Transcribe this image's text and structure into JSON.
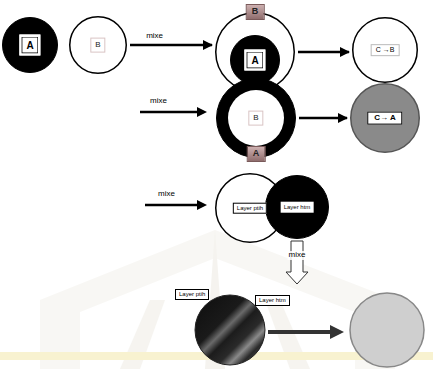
{
  "diagram": {
    "nodes": [
      {
        "text": [
          "A"
        ]
      },
      {
        "text": [
          "B"
        ]
      },
      {
        "text": [
          "B"
        ]
      },
      {
        "text": [
          "A"
        ],
        "in": 2
      },
      {
        "text": [
          "C →B"
        ]
      },
      {
        "text": [
          "A"
        ]
      },
      {
        "text": [
          "B"
        ],
        "in": 5
      },
      {
        "text": [
          "C→ A"
        ]
      },
      {
        "text": [
          "Layer ptih"
        ]
      },
      {
        "text": [
          "Layer htm"
        ]
      },
      {
        "text": [
          "Layer ptih",
          "Layer htm"
        ]
      }
    ],
    "edges": [
      {
        "from": 1,
        "to": 2,
        "arrow": "to",
        "label": "mixe"
      },
      {
        "from": 2,
        "to": 4,
        "arrow": "to"
      },
      {
        "from": 5,
        "to": 7,
        "arrow": "to"
      },
      {
        "from": 9,
        "to": 10,
        "arrow": "to",
        "label": "mixe"
      }
    ],
    "labels": [
      "mixe",
      "mixe"
    ]
  }
}
